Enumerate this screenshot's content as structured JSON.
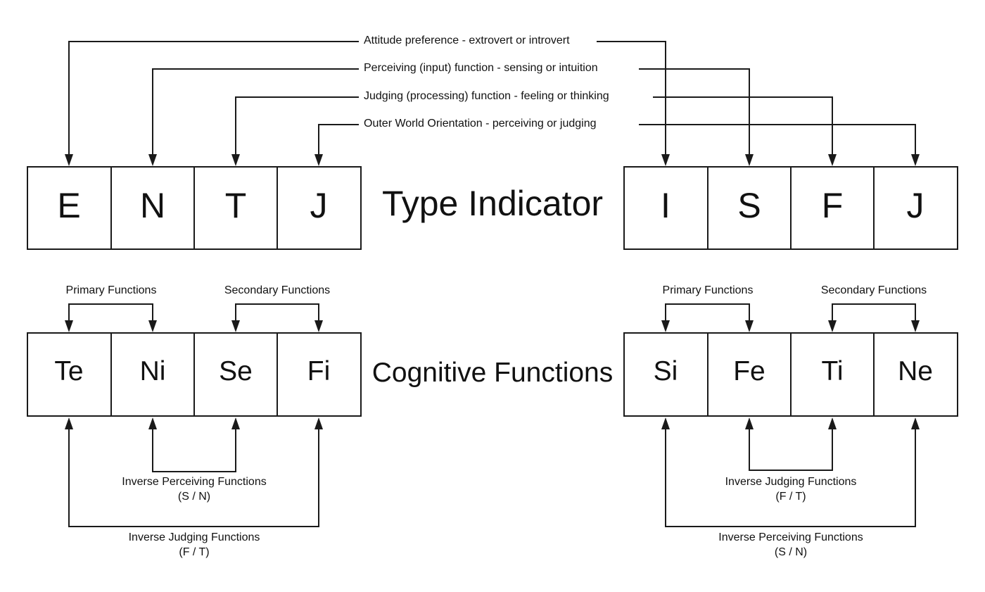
{
  "type_indicator": {
    "title": "Type Indicator",
    "left": [
      "E",
      "N",
      "T",
      "J"
    ],
    "right": [
      "I",
      "S",
      "F",
      "J"
    ],
    "dimension_labels": [
      "Attitude preference - extrovert or introvert",
      "Perceiving (input) function - sensing or intuition",
      "Judging (processing) function - feeling or thinking",
      "Outer World Orientation - perceiving or judging"
    ]
  },
  "cognitive_functions": {
    "title": "Cognitive Functions",
    "left": {
      "functions": [
        "Te",
        "Ni",
        "Se",
        "Fi"
      ],
      "primary_label": "Primary Functions",
      "secondary_label": "Secondary Functions",
      "inner_label": "Inverse Perceiving Functions",
      "inner_sub": "(S / N)",
      "outer_label": "Inverse Judging Functions",
      "outer_sub": "(F / T)"
    },
    "right": {
      "functions": [
        "Si",
        "Fe",
        "Ti",
        "Ne"
      ],
      "primary_label": "Primary Functions",
      "secondary_label": "Secondary Functions",
      "inner_label": "Inverse Judging Functions",
      "inner_sub": "(F / T)",
      "outer_label": "Inverse Perceiving Functions",
      "outer_sub": "(S / N)"
    }
  }
}
